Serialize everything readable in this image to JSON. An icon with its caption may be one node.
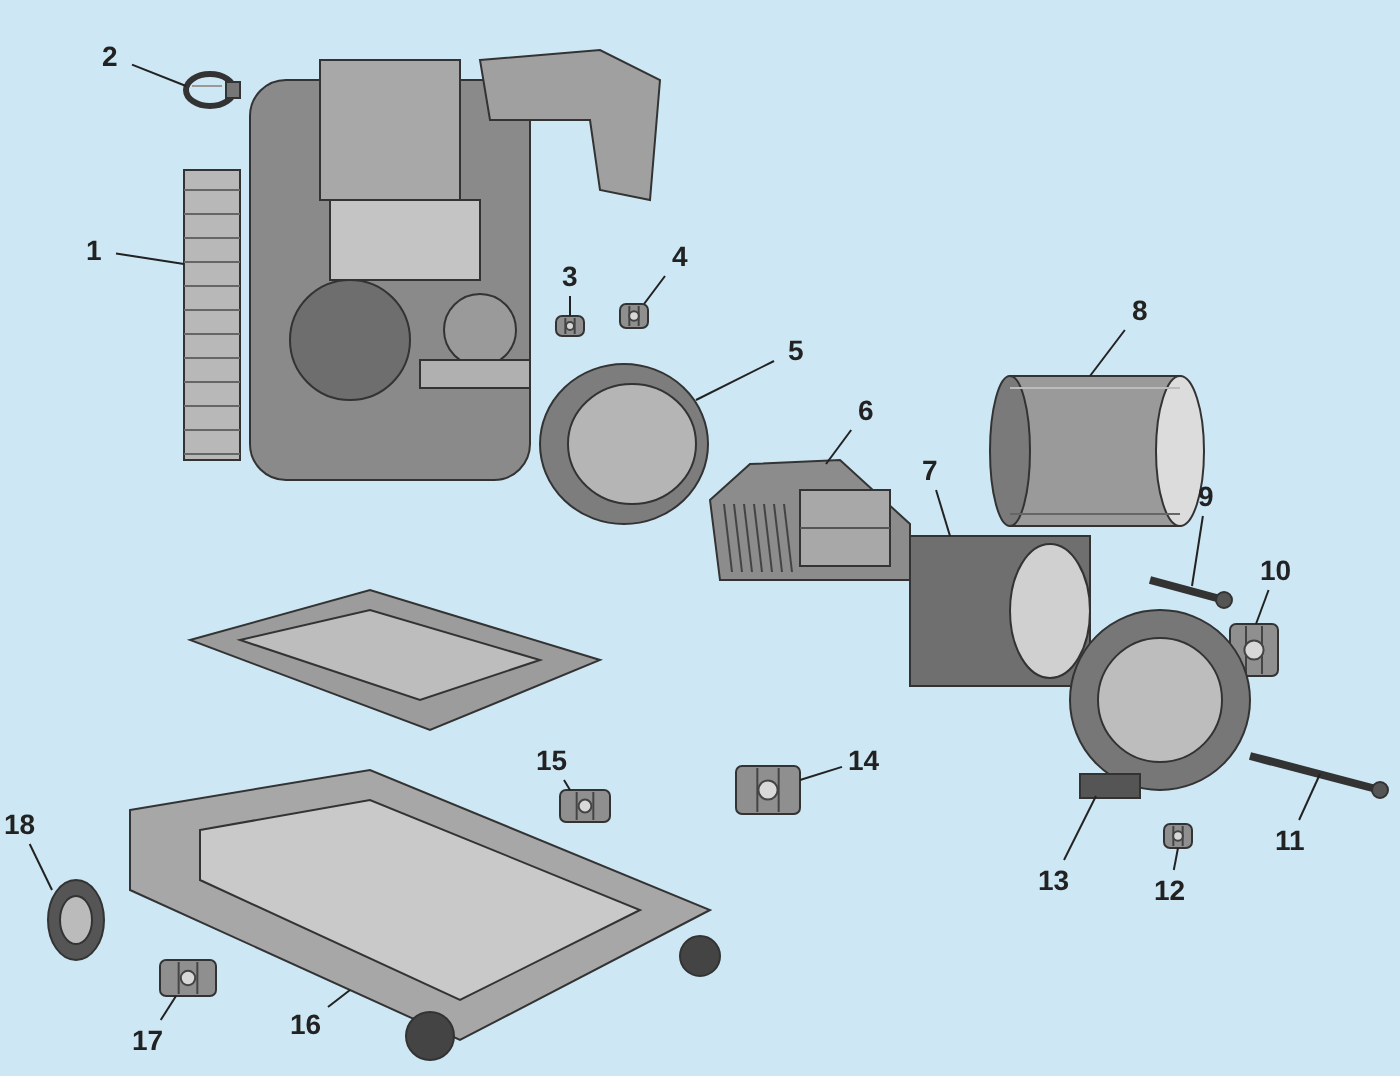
{
  "diagram": {
    "nodes": [
      {
        "text": [
          "1"
        ]
      },
      {
        "text": [],
        "shape": "picture"
      },
      {
        "text": [
          "2"
        ]
      },
      {
        "text": [],
        "shape": "picture"
      },
      {
        "text": [
          "3"
        ]
      },
      {
        "text": [],
        "shape": "picture"
      },
      {
        "text": [
          "4"
        ]
      },
      {
        "text": [],
        "shape": "picture"
      },
      {
        "text": [
          "5"
        ]
      },
      {
        "text": [],
        "shape": "picture"
      },
      {
        "text": [
          "6"
        ]
      },
      {
        "text": [],
        "shape": "picture"
      },
      {
        "text": [
          "7"
        ]
      },
      {
        "text": [],
        "shape": "picture"
      },
      {
        "text": [
          "8"
        ]
      },
      {
        "text": [],
        "shape": "picture"
      },
      {
        "text": [
          "9"
        ]
      },
      {
        "text": [],
        "shape": "picture"
      },
      {
        "text": [
          "10"
        ]
      },
      {
        "text": [],
        "shape": "picture"
      },
      {
        "text": [
          "11"
        ]
      },
      {
        "text": [],
        "shape": "picture"
      },
      {
        "text": [
          "12"
        ]
      },
      {
        "text": [],
        "shape": "picture"
      },
      {
        "text": [
          "13"
        ]
      },
      {
        "text": [],
        "shape": "picture"
      },
      {
        "text": [
          "14"
        ]
      },
      {
        "text": [],
        "shape": "picture"
      },
      {
        "text": [
          "15"
        ]
      },
      {
        "text": [],
        "shape": "picture"
      },
      {
        "text": [
          "16"
        ]
      },
      {
        "text": [],
        "shape": "picture"
      },
      {
        "text": [
          "17"
        ]
      },
      {
        "text": [],
        "shape": "picture"
      },
      {
        "text": [
          "18"
        ]
      },
      {
        "text": [],
        "shape": "picture"
      }
    ],
    "edges": [
      {
        "from": 0,
        "to": 1,
        "arrow": "none"
      },
      {
        "from": 2,
        "to": 3,
        "arrow": "none"
      },
      {
        "from": 4,
        "to": 5,
        "arrow": "none"
      },
      {
        "from": 6,
        "to": 7,
        "arrow": "none"
      },
      {
        "from": 8,
        "to": 9,
        "arrow": "none"
      },
      {
        "from": 10,
        "to": 11,
        "arrow": "none"
      },
      {
        "from": 12,
        "to": 13,
        "arrow": "none"
      },
      {
        "from": 14,
        "to": 15,
        "arrow": "none"
      },
      {
        "from": 16,
        "to": 17,
        "arrow": "none"
      },
      {
        "from": 18,
        "to": 19,
        "arrow": "none"
      },
      {
        "from": 20,
        "to": 21,
        "arrow": "none"
      },
      {
        "from": 22,
        "to": 23,
        "arrow": "none"
      },
      {
        "from": 24,
        "to": 25,
        "arrow": "none"
      },
      {
        "from": 26,
        "to": 27,
        "arrow": "none"
      },
      {
        "from": 28,
        "to": 29,
        "arrow": "none"
      },
      {
        "from": 30,
        "to": 31,
        "arrow": "none"
      },
      {
        "from": 32,
        "to": 33,
        "arrow": "none"
      },
      {
        "from": 34,
        "to": 35,
        "arrow": "none"
      }
    ]
  }
}
